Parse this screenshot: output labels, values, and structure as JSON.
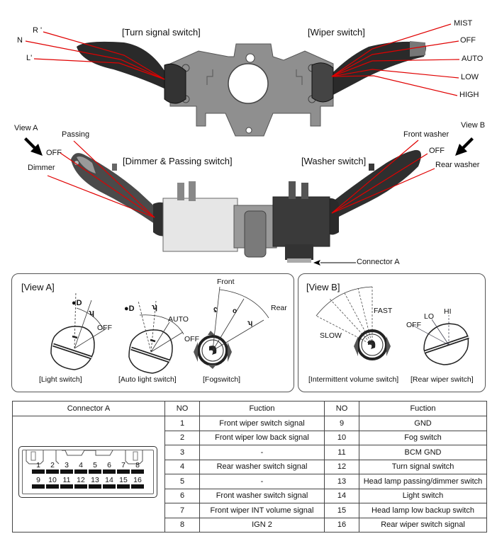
{
  "top_assembly": {
    "turn_signal_title": "[Turn signal switch]",
    "wiper_title": "[Wiper switch]",
    "turn_labels": [
      "R '",
      "N",
      "L'"
    ],
    "wiper_labels": [
      "MIST",
      "OFF",
      "AUTO",
      "LOW",
      "HIGH"
    ]
  },
  "bottom_assembly": {
    "dimmer_title": "[Dimmer & Passing switch]",
    "washer_title": "[Washer switch]",
    "view_a_label": "View A",
    "view_b_label": "View B",
    "dimmer_labels": [
      "Passing",
      "OFF",
      "Dimmer"
    ],
    "washer_labels": [
      "Front washer",
      "OFF",
      "Rear washer"
    ],
    "connector_label": "Connector A"
  },
  "view_a": {
    "title": "[View A]",
    "light_switch": {
      "caption": "[Light switch]",
      "off_label": "OFF",
      "icons": [
        "headlamp-icon",
        "parking-lamp-icon"
      ]
    },
    "auto_light_switch": {
      "caption": "[Auto light switch]",
      "auto_label": "AUTO",
      "off_label": "OFF",
      "icons": [
        "headlamp-icon",
        "parking-lamp-icon"
      ]
    },
    "fog_switch": {
      "caption": "[Fogswitch]",
      "front_label": "Front",
      "rear_label": "Rear",
      "icons": [
        "front-fog-icon",
        "off-circle-icon",
        "rear-fog-icon"
      ]
    }
  },
  "view_b": {
    "title": "[View B]",
    "intermittent": {
      "caption": "[Intermittent volume switch]",
      "slow_label": "SLOW",
      "fast_label": "FAST"
    },
    "rear_wiper": {
      "caption": "[Rear wiper switch]",
      "off_label": "OFF",
      "lo_label": "LO",
      "hi_label": "HI"
    }
  },
  "connector_table": {
    "headers": [
      "Connector A",
      "NO",
      "Fuction",
      "NO",
      "Fuction"
    ],
    "pins_top": [
      "1",
      "2",
      "3",
      "4",
      "5",
      "6",
      "7",
      "8"
    ],
    "pins_bottom": [
      "9",
      "10",
      "11",
      "12",
      "13",
      "14",
      "15",
      "16"
    ],
    "rows": [
      {
        "no1": "1",
        "f1": "Front wiper switch signal",
        "no2": "9",
        "f2": "GND"
      },
      {
        "no1": "2",
        "f1": "Front wiper low back signal",
        "no2": "10",
        "f2": "Fog switch"
      },
      {
        "no1": "3",
        "f1": "-",
        "no2": "11",
        "f2": "BCM GND"
      },
      {
        "no1": "4",
        "f1": "Rear washer switch signal",
        "no2": "12",
        "f2": "Turn signal switch"
      },
      {
        "no1": "5",
        "f1": "-",
        "no2": "13",
        "f2": "Head lamp passing/dimmer switch"
      },
      {
        "no1": "6",
        "f1": "Front washer switch signal",
        "no2": "14",
        "f2": "Light switch"
      },
      {
        "no1": "7",
        "f1": "Front wiper INT volume signal",
        "no2": "15",
        "f2": "Head lamp low backup switch"
      },
      {
        "no1": "8",
        "f1": "IGN 2",
        "no2": "16",
        "f2": "Rear wiper switch signal"
      }
    ]
  },
  "colors": {
    "leader_line": "#e00000",
    "body_dark": "#2a2a2a",
    "body_grey": "#8c8c8c"
  }
}
